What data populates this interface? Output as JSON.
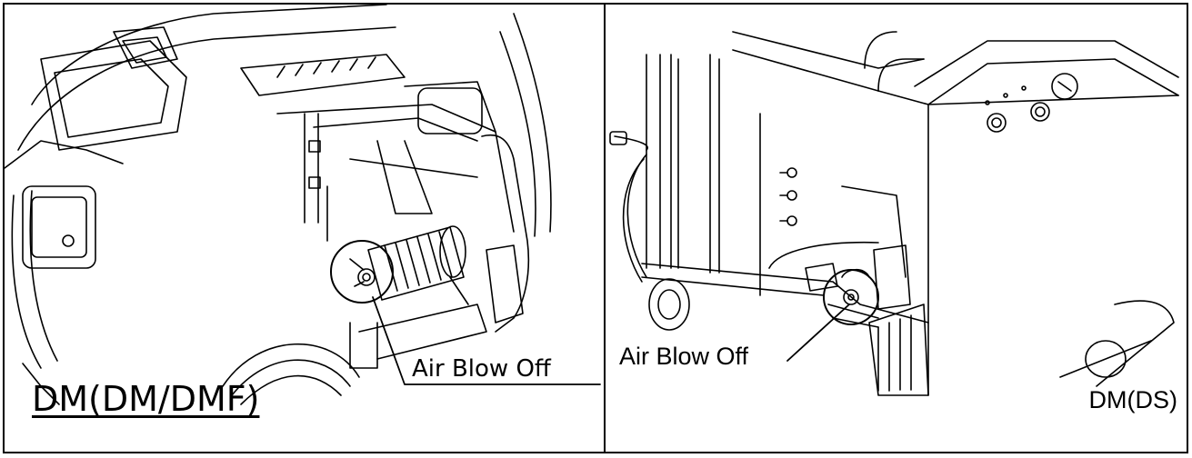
{
  "panels": [
    {
      "callout": "Air Blow Off",
      "model_label": "DM(DM/DMF)"
    },
    {
      "callout": "Air Blow Off",
      "model_label": "DM(DS)"
    }
  ]
}
